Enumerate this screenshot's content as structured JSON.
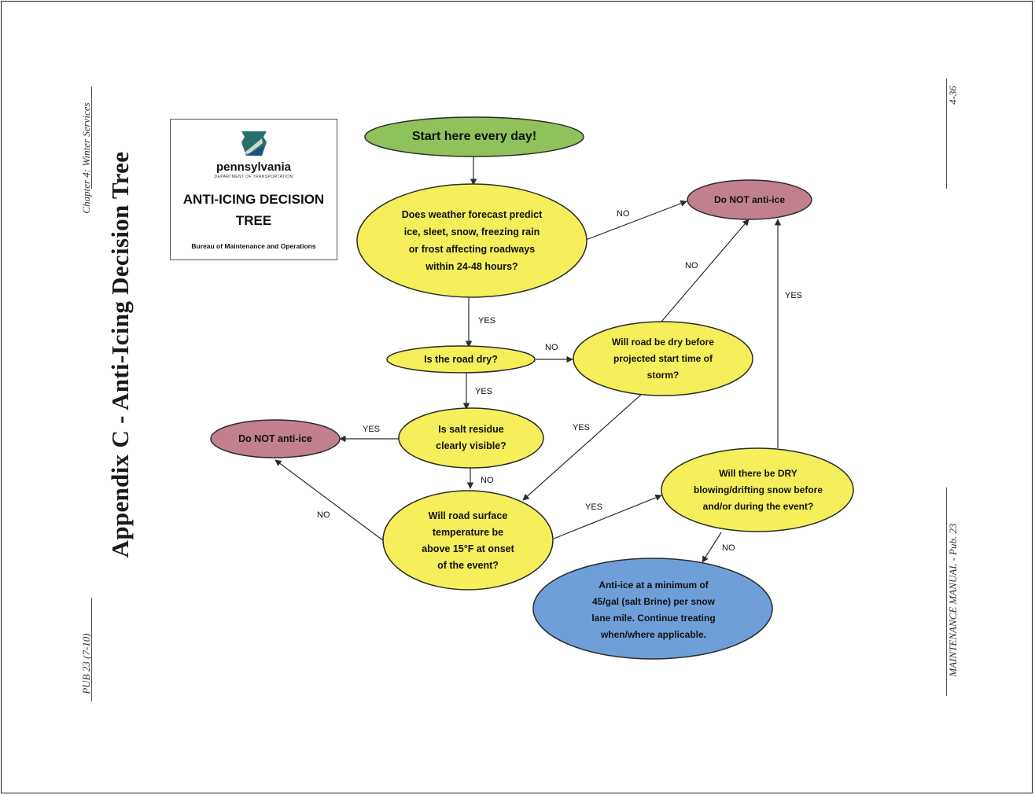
{
  "page": {
    "header_left": "Chapter 4: Winter Services",
    "header_right": "4-36",
    "footer_left": "PUB 23 (7-10)",
    "footer_right": "MAINTENANCE MANUAL - Pub. 23",
    "title": "Appendix C - Anti-Icing Decision Tree"
  },
  "logo": {
    "org_name": "pennsylvania",
    "dept": "DEPARTMENT OF TRANSPORTATION",
    "title": "ANTI-ICING DECISION\nTREE",
    "subtitle": "Bureau of Maintenance and Operations"
  },
  "colors": {
    "start": "#8fc25a",
    "decision": "#f4ef5a",
    "stop": "#c27f8e",
    "action": "#6e9fd8",
    "outline": "#2b2b2b"
  },
  "nodes": {
    "start": "Start here every day!",
    "forecast": "Does weather forecast predict\nice, sleet, snow, freezing rain\nor frost affecting roadways\nwithin 24-48 hours?",
    "no_anti_ice_top": "Do NOT anti-ice",
    "road_dry": "Is the road dry?",
    "dry_before_storm": "Will road be dry before\nprojected start time of\nstorm?",
    "salt_residue": "Is salt residue\nclearly visible?",
    "no_anti_ice_left": "Do NOT anti-ice",
    "surface_temp": "Will road surface\ntemperature be\nabove 15°F at onset\nof the event?",
    "dry_drifting": "Will there be DRY\nblowing/drifting snow before\nand/or during the event?",
    "anti_ice_action": "Anti-ice at a minimum of\n45/gal (salt Brine) per snow\nlane mile. Continue treating\nwhen/where applicable."
  },
  "edge_labels": {
    "forecast_no": "NO",
    "forecast_yes": "YES",
    "road_dry_no": "NO",
    "road_dry_yes": "YES",
    "dry_before_no": "NO",
    "dry_before_yes": "YES",
    "salt_yes": "YES",
    "salt_no": "NO",
    "temp_no": "NO",
    "temp_yes": "YES",
    "drifting_yes": "YES",
    "drifting_no": "NO"
  }
}
